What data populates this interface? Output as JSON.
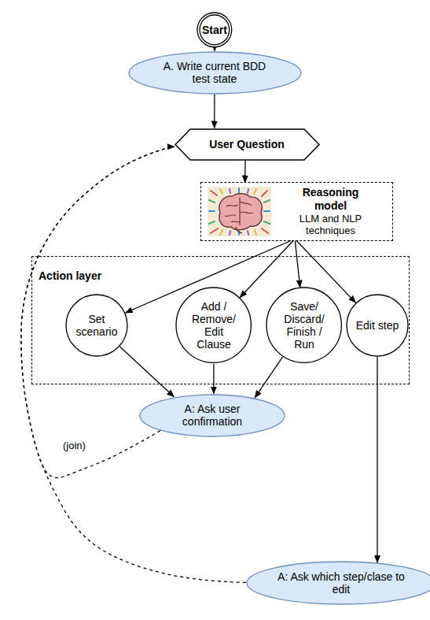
{
  "diagram": {
    "nodes": [
      {
        "text": [
          "Start"
        ]
      },
      {
        "text": [
          "A. Write current BDD test state"
        ]
      },
      {
        "text": [
          "User Question"
        ]
      },
      {
        "text": [
          "Reasoning model",
          "LLM and NLP techniques"
        ]
      },
      {
        "text": [
          "Action layer"
        ]
      },
      {
        "text": [
          "Set scenario"
        ],
        "in": 4
      },
      {
        "text": [
          "Add / Remove/ Edit Clause"
        ],
        "in": 4
      },
      {
        "text": [
          "Save/ Discard/ Finish / Run"
        ],
        "in": 4
      },
      {
        "text": [
          "Edit step"
        ],
        "in": 4
      },
      {
        "text": [
          "A: Ask user confirmation"
        ]
      },
      {
        "text": [
          "A: Ask which step/clase to edit"
        ]
      }
    ],
    "edges": [
      {
        "from": 0,
        "to": 1,
        "arrow": "to"
      },
      {
        "from": 1,
        "to": 2,
        "arrow": "to"
      },
      {
        "from": 2,
        "to": 3,
        "arrow": "to"
      },
      {
        "from": 3,
        "to": 5,
        "arrow": "to"
      },
      {
        "from": 3,
        "to": 6,
        "arrow": "to"
      },
      {
        "from": 3,
        "to": 7,
        "arrow": "to"
      },
      {
        "from": 3,
        "to": 8,
        "arrow": "to"
      },
      {
        "from": 5,
        "to": 9,
        "arrow": "to"
      },
      {
        "from": 6,
        "to": 9,
        "arrow": "to"
      },
      {
        "from": 7,
        "to": 9,
        "arrow": "to"
      },
      {
        "from": 8,
        "to": 10,
        "arrow": "to"
      },
      {
        "from": 9,
        "to": 2,
        "label": "(join)",
        "arrow": "to"
      },
      {
        "from": 10,
        "to": 2,
        "arrow": "to"
      }
    ]
  }
}
